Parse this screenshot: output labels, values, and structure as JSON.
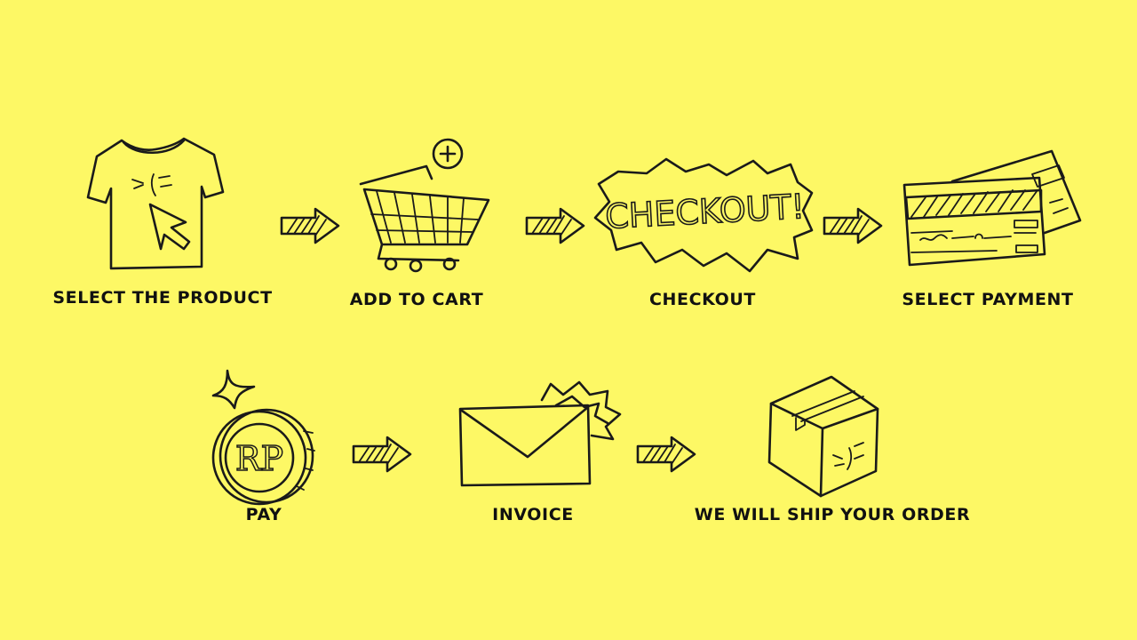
{
  "steps": [
    {
      "id": "select-product",
      "label": "SELECT THE PRODUCT",
      "icon": "tshirt-cursor-icon"
    },
    {
      "id": "add-to-cart",
      "label": "ADD TO CART",
      "icon": "shopping-cart-plus-icon"
    },
    {
      "id": "checkout",
      "label": "CHECKOUT",
      "icon": "checkout-burst-icon",
      "burst_text": "CHECKOUT!"
    },
    {
      "id": "select-payment",
      "label": "SELECT PAYMENT",
      "icon": "credit-cards-icon"
    },
    {
      "id": "pay",
      "label": "PAY",
      "icon": "rupiah-coin-icon",
      "coin_text": "RP"
    },
    {
      "id": "invoice",
      "label": "INVOICE",
      "icon": "envelope-icon"
    },
    {
      "id": "ship",
      "label": "WE WILL SHIP YOUR ORDER",
      "icon": "package-box-icon"
    }
  ],
  "colors": {
    "background": "#fdf865",
    "ink": "#1a1a1a"
  }
}
